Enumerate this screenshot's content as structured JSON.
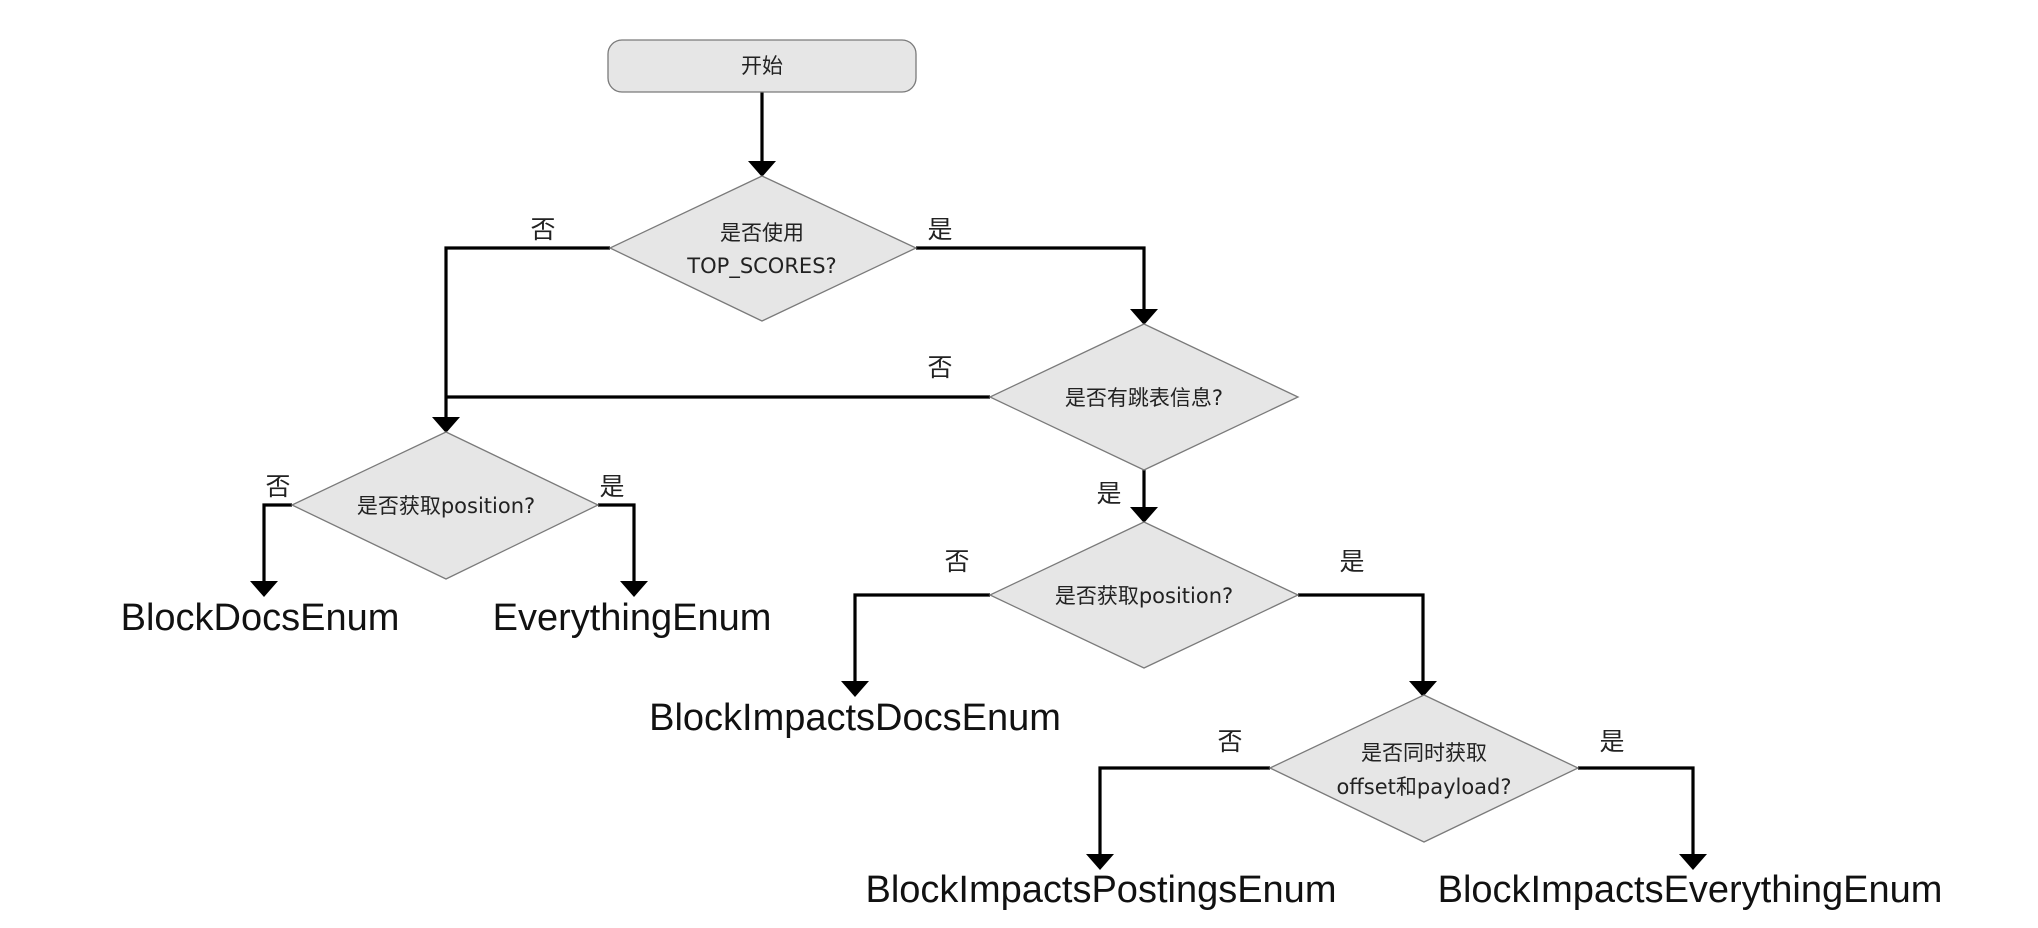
{
  "nodes": {
    "start": {
      "label": "开始"
    },
    "d1": {
      "line1": "是否使用",
      "line2": "TOP_SCORES?"
    },
    "d2": {
      "label": "是否有跳表信息?"
    },
    "d3": {
      "label": "是否获取position?"
    },
    "d4": {
      "label": "是否获取position?"
    },
    "d5": {
      "line1": "是否同时获取",
      "line2": "offset和payload?"
    }
  },
  "results": {
    "block_docs": "BlockDocsEnum",
    "everything": "EverythingEnum",
    "block_impacts_docs": "BlockImpactsDocsEnum",
    "block_impacts_postings": "BlockImpactsPostingsEnum",
    "block_impacts_everything": "BlockImpactsEverythingEnum"
  },
  "edge_labels": {
    "yes": "是",
    "no": "否"
  }
}
